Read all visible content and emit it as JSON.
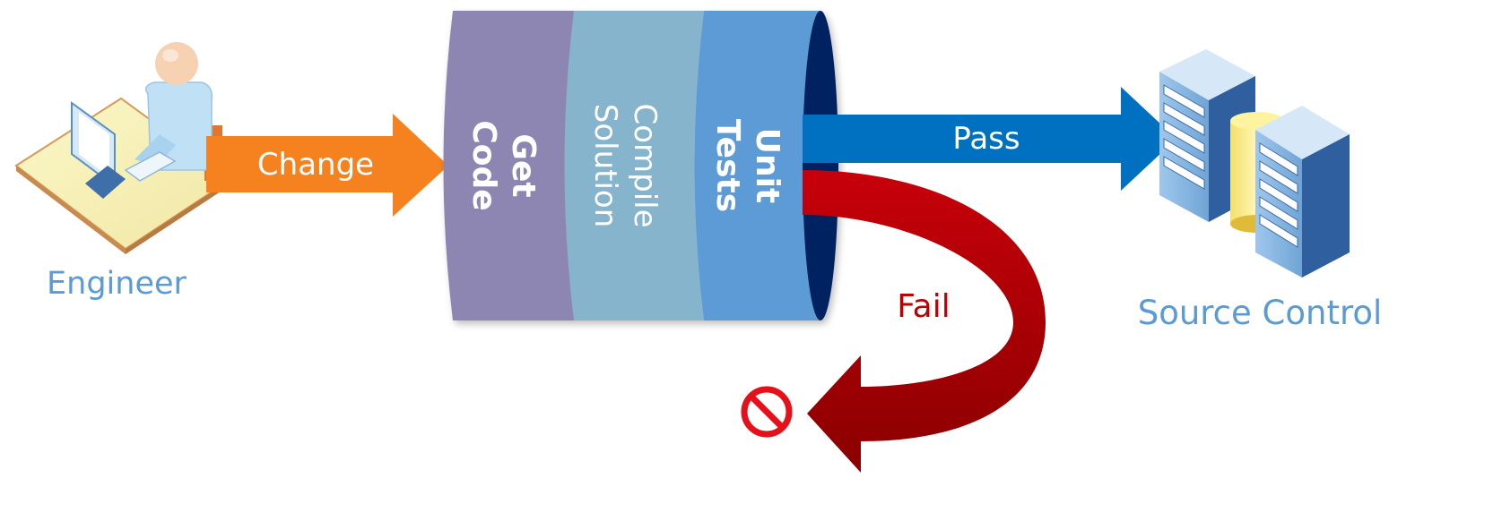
{
  "diagram": {
    "actors": {
      "engineer": "Engineer",
      "source_control": "Source Control"
    },
    "arrows": {
      "change": "Change",
      "pass": "Pass",
      "fail": "Fail"
    },
    "pipeline_stages": [
      {
        "line1": "Get",
        "line2": "Code"
      },
      {
        "line1": "Compile",
        "line2": "Solution"
      },
      {
        "line1": "Unit",
        "line2": "Tests"
      }
    ],
    "colors": {
      "label_blue": "#5b9bd5",
      "change_orange": "#f5821f",
      "pass_blue": "#0070c0",
      "fail_red": "#c00000",
      "stage_get_code": "#8e86b2",
      "stage_compile": "#86b4cc",
      "stage_unit_tests": "#5b9bd5",
      "cylinder_end": "#002060"
    },
    "icons": [
      "engineer-at-desk-icon",
      "servers-icon",
      "no-entry-icon"
    ]
  }
}
